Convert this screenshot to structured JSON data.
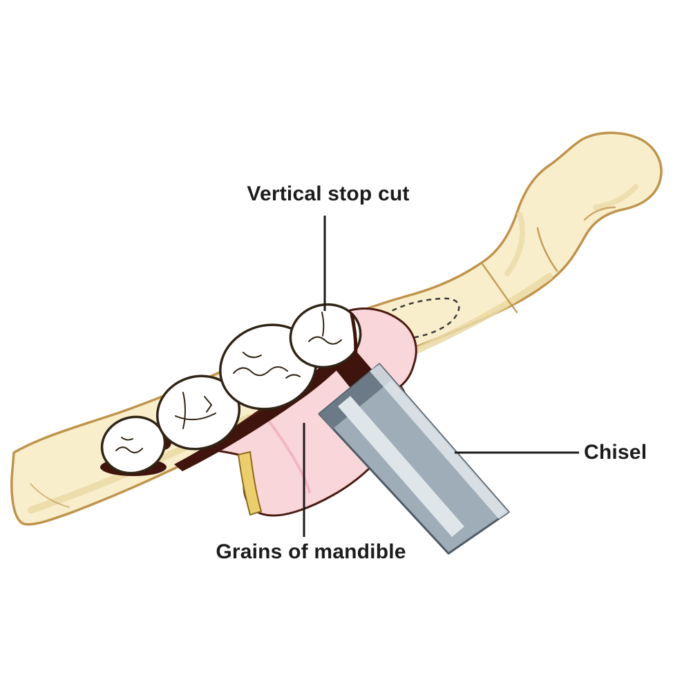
{
  "figure": {
    "labels": {
      "vertical_stop_cut": "Vertical stop cut",
      "chisel": "Chisel",
      "grains_of_mandible": "Grains of mandible"
    },
    "colors": {
      "background": "#ffffff",
      "bone_fill": "#f8eecb",
      "bone_outline": "#c0934a",
      "bone_shadow": "#ead9a4",
      "tooth_fill": "#ffffff",
      "tooth_outline": "#2f2415",
      "gum_fill": "#f9d6da",
      "gum_shade": "#f3b6c0",
      "gum_outline": "#4a1a10",
      "socket_dark": "#3f140c",
      "flap_edge_yellow": "#eccf6a",
      "flap_edge_outline": "#8a6a20",
      "chisel_light": "#dfe6ea",
      "chisel_mid": "#9fadb8",
      "chisel_dark": "#6b7a86",
      "chisel_edge": "#4e5b66",
      "chisel_glint": "#e9eff3",
      "dashed_outline": "#3a3a3a",
      "leader_line": "#1a1a1a",
      "text": "#1c1c1c"
    }
  }
}
